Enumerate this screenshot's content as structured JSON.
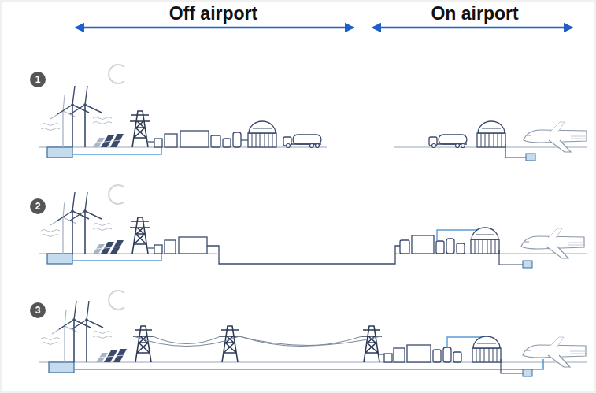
{
  "diagram": {
    "nodes": [
      {
        "text": [
          "1"
        ]
      },
      {
        "text": [
          "2"
        ]
      },
      {
        "text": [
          "3"
        ]
      }
    ],
    "labels": [
      "Off airport",
      "On airport"
    ]
  }
}
